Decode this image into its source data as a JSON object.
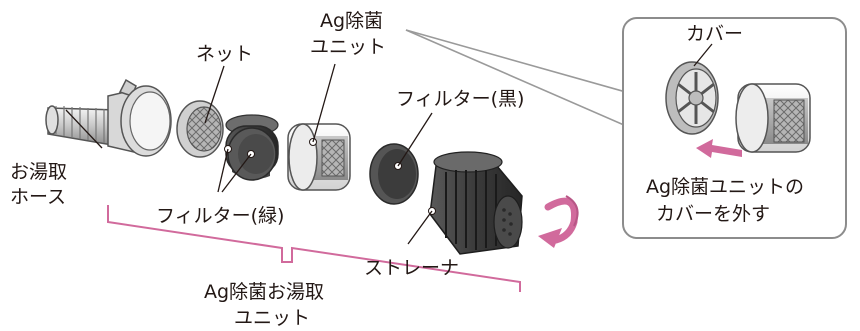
{
  "labels": {
    "hose": [
      "お湯取",
      "ホース"
    ],
    "net": "ネット",
    "ag_unit": [
      "Ag除菌",
      "ユニット"
    ],
    "filter_black": "フィルター(黒)",
    "filter_green": "フィルター(緑)",
    "strainer": "ストレーナ",
    "assembly": [
      "Ag除菌お湯取",
      "ユニット"
    ]
  },
  "callout": {
    "title": "カバー",
    "caption": [
      "Ag除菌ユニットの",
      "カバーを外す"
    ]
  },
  "colors": {
    "accent": "#d16a9c",
    "callout_border": "#8c8c8c",
    "leader": "#9a9a9a",
    "text": "#231815"
  }
}
